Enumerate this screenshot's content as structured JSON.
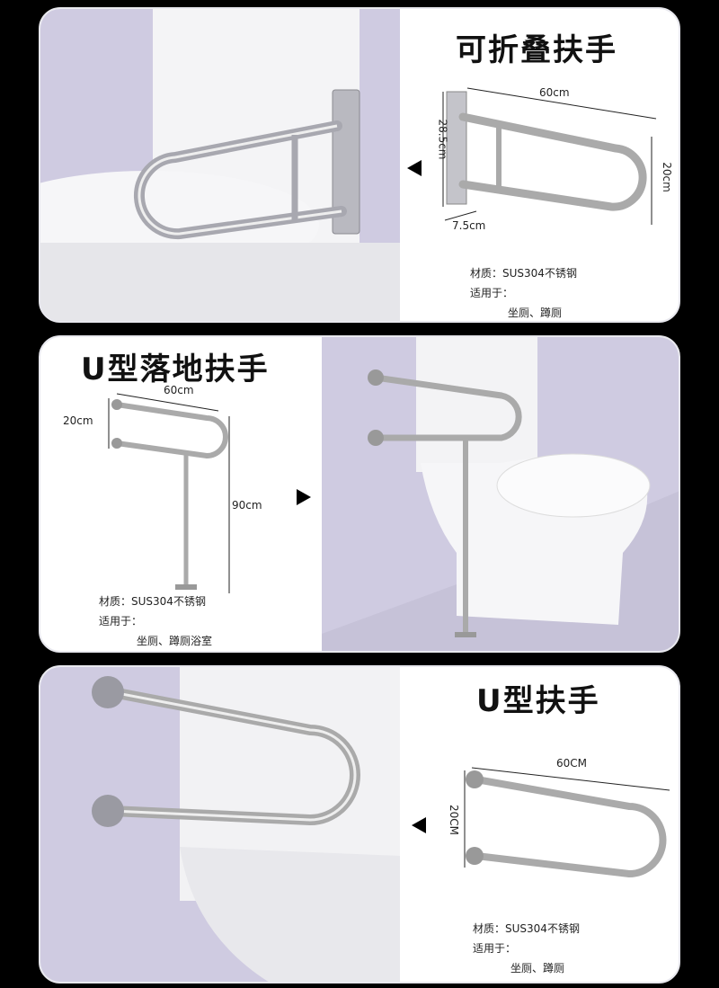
{
  "sections": [
    {
      "title": "可折叠扶手",
      "dims": {
        "width": "60cm",
        "height": "28.5cm",
        "depth": "7.5cm",
        "span": "20cm"
      },
      "material_label": "材质：",
      "material": "SUS304不锈钢",
      "usage_label": "适用于：",
      "usage": "坐厕、蹲厕",
      "arrow": "left"
    },
    {
      "title": "U型落地扶手",
      "dims": {
        "width": "60cm",
        "height": "20cm",
        "floor": "90cm"
      },
      "material_label": "材质：",
      "material": "SUS304不锈钢",
      "usage_label": "适用于：",
      "usage": "坐厕、蹲厕浴室",
      "arrow": "right"
    },
    {
      "title": "U型扶手",
      "dims": {
        "width": "60CM",
        "height": "20CM"
      },
      "material_label": "材质：",
      "material": "SUS304不锈钢",
      "usage_label": "适用于：",
      "usage": "坐厕、蹲厕",
      "arrow": "left"
    }
  ],
  "colors": {
    "background": "#000000",
    "panel": "#ffffff",
    "photo_bg": "#cfcbe1"
  }
}
